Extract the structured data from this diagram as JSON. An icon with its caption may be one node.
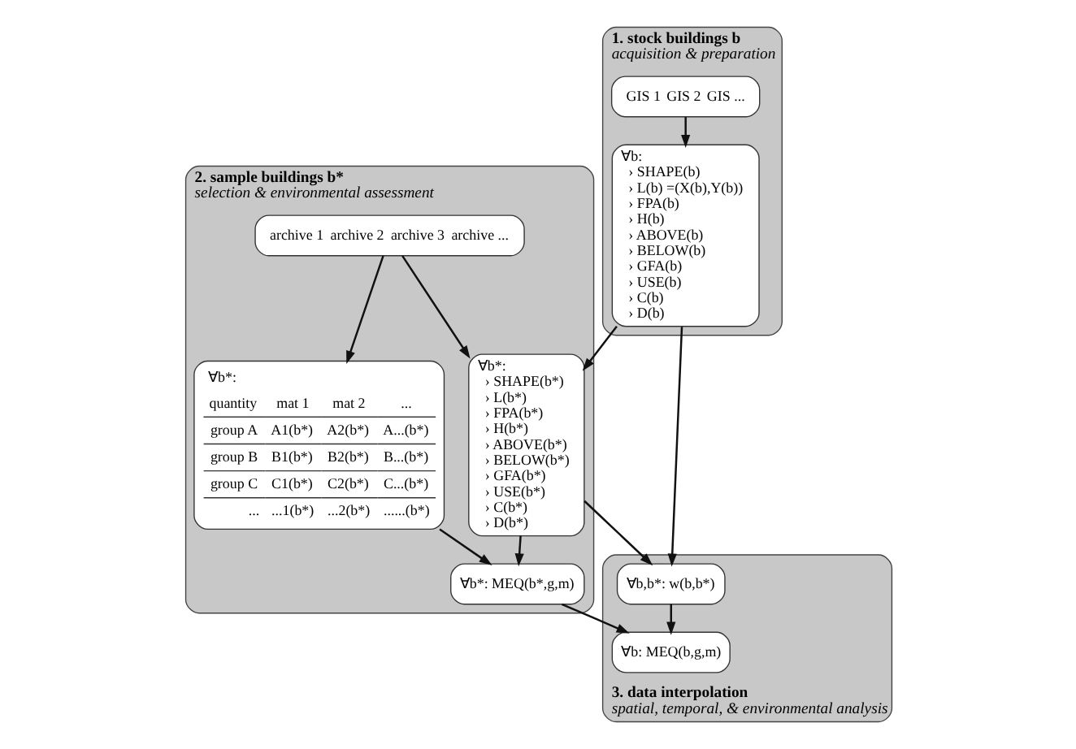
{
  "diagram": {
    "nodes": [
      {
        "text": [
          "1. stock buildings b",
          "acquisition & preparation"
        ]
      },
      {
        "text": [
          "GIS 1",
          "GIS 2",
          "GIS ..."
        ],
        "in": 0
      },
      {
        "text": [
          "∀b:",
          "› SHAPE(b)",
          "› L(b) =(X(b),Y(b))",
          "› FPA(b)",
          "› H(b)",
          "› ABOVE(b)",
          "› BELOW(b)",
          "› GFA(b)",
          "› USE(b)",
          "› C(b)",
          "› D(b)"
        ],
        "in": 0
      },
      {
        "text": [
          "2. sample buildings b*",
          "selection & environmental assessment"
        ]
      },
      {
        "text": [
          "archive 1",
          "archive 2",
          "archive 3",
          "archive ..."
        ],
        "in": 3
      },
      {
        "text": [
          "∀b*:",
          "› SHAPE(b*)",
          "› L(b*)",
          "› FPA(b*)",
          "› H(b*)",
          "› ABOVE(b*)",
          "› BELOW(b*)",
          "› GFA(b*)",
          "› USE(b*)",
          "› C(b*)",
          "› D(b*)"
        ],
        "in": 3
      },
      {
        "text": [
          "∀b*:",
          "quantity",
          "mat 1",
          "mat 2",
          "...",
          "group A",
          "A1(b*)",
          "A2(b*)",
          "A...(b*)",
          "group B",
          "B1(b*)",
          "B2(b*)",
          "B...(b*)",
          "group C",
          "C1(b*)",
          "C2(b*)",
          "C...(b*)",
          "...",
          "...1(b*)",
          "...2(b*)",
          "......(b*)"
        ],
        "in": 3
      },
      {
        "text": [
          "∀b*: MEQ(b*,g,m)"
        ],
        "in": 3
      },
      {
        "text": [
          "3. data interpolation",
          "spatial, temporal, & environmental analysis"
        ]
      },
      {
        "text": [
          "∀b,b*: w(b,b*)"
        ],
        "in": 8
      },
      {
        "text": [
          "∀b: MEQ(b,g,m)"
        ],
        "in": 8
      }
    ],
    "edges": [
      {
        "from": 1,
        "to": 2,
        "arrow": "to"
      },
      {
        "from": 2,
        "to": 5,
        "arrow": "to"
      },
      {
        "from": 4,
        "to": 5,
        "arrow": "to"
      },
      {
        "from": 4,
        "to": 6,
        "arrow": "to"
      },
      {
        "from": 6,
        "to": 7,
        "arrow": "to"
      },
      {
        "from": 5,
        "to": 7,
        "arrow": "to"
      },
      {
        "from": 2,
        "to": 9,
        "arrow": "to"
      },
      {
        "from": 5,
        "to": 9,
        "arrow": "to"
      },
      {
        "from": 7,
        "to": 10,
        "arrow": "to"
      },
      {
        "from": 9,
        "to": 10,
        "arrow": "to"
      }
    ]
  }
}
